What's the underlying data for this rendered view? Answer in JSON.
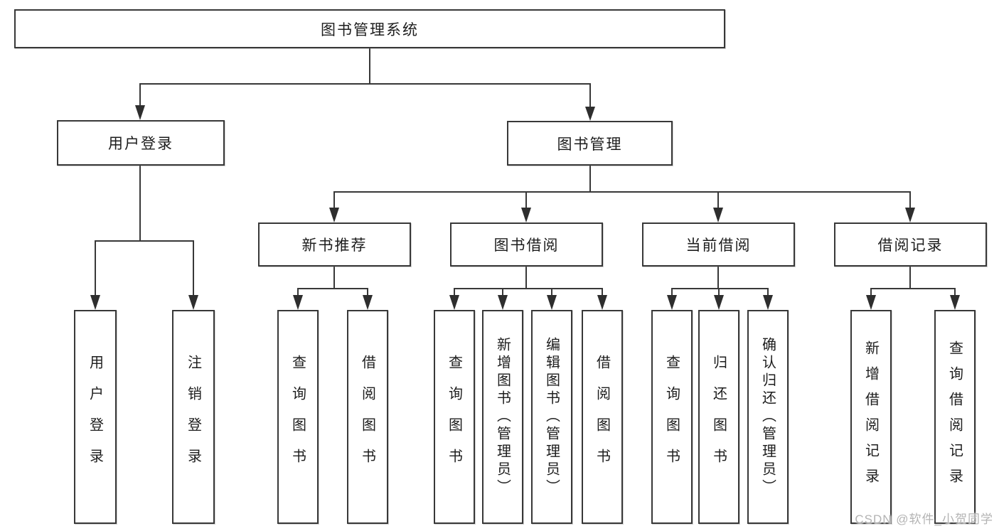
{
  "diagram": {
    "root": {
      "label": "图书管理系统"
    },
    "level2": [
      {
        "id": "user-login",
        "label": "用户登录"
      },
      {
        "id": "book-management",
        "label": "图书管理"
      }
    ],
    "level3": [
      {
        "id": "new-book-recommend",
        "parent": "图书管理",
        "label": "新书推荐"
      },
      {
        "id": "book-borrowing",
        "parent": "图书管理",
        "label": "图书借阅"
      },
      {
        "id": "current-borrowing",
        "parent": "图书管理",
        "label": "当前借阅"
      },
      {
        "id": "borrowing-records",
        "parent": "图书管理",
        "label": "借阅记录"
      }
    ],
    "leaves": [
      {
        "parent": "用户登录",
        "label": "用户登录"
      },
      {
        "parent": "用户登录",
        "label": "注销登录"
      },
      {
        "parent": "新书推荐",
        "label": "查询图书"
      },
      {
        "parent": "新书推荐",
        "label": "借阅图书"
      },
      {
        "parent": "图书借阅",
        "label": "查询图书"
      },
      {
        "parent": "图书借阅",
        "label": "新增图书（管理员）"
      },
      {
        "parent": "图书借阅",
        "label": "编辑图书（管理员）"
      },
      {
        "parent": "图书借阅",
        "label": "借阅图书"
      },
      {
        "parent": "当前借阅",
        "label": "查询图书"
      },
      {
        "parent": "当前借阅",
        "label": "归还图书"
      },
      {
        "parent": "当前借阅",
        "label": "确认归还（管理员）"
      },
      {
        "parent": "借阅记录",
        "label": "新增借阅记录"
      },
      {
        "parent": "借阅记录",
        "label": "查询借阅记录"
      }
    ]
  },
  "watermark": {
    "text": "CSDN @软件_小贺同学"
  },
  "colors": {
    "line": "#383838",
    "arrow": "#2e2e2e",
    "box_border": "#383838",
    "text": "#1d1d1d",
    "watermark": "#b3b3b3",
    "background": "#ffffff"
  }
}
